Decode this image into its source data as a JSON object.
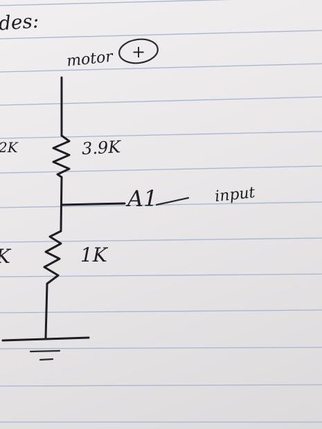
{
  "heading": "des:",
  "motor_label": "motor",
  "motor_polarity": "+",
  "resistor_top": "3.9K",
  "resistor_bottom": "1K",
  "node_label": "A1",
  "node_note": "input",
  "left_margin_top": "2K",
  "left_margin_bottom": "K",
  "ink_color": "#1e1e22",
  "rule_color": "#a9b6cf"
}
